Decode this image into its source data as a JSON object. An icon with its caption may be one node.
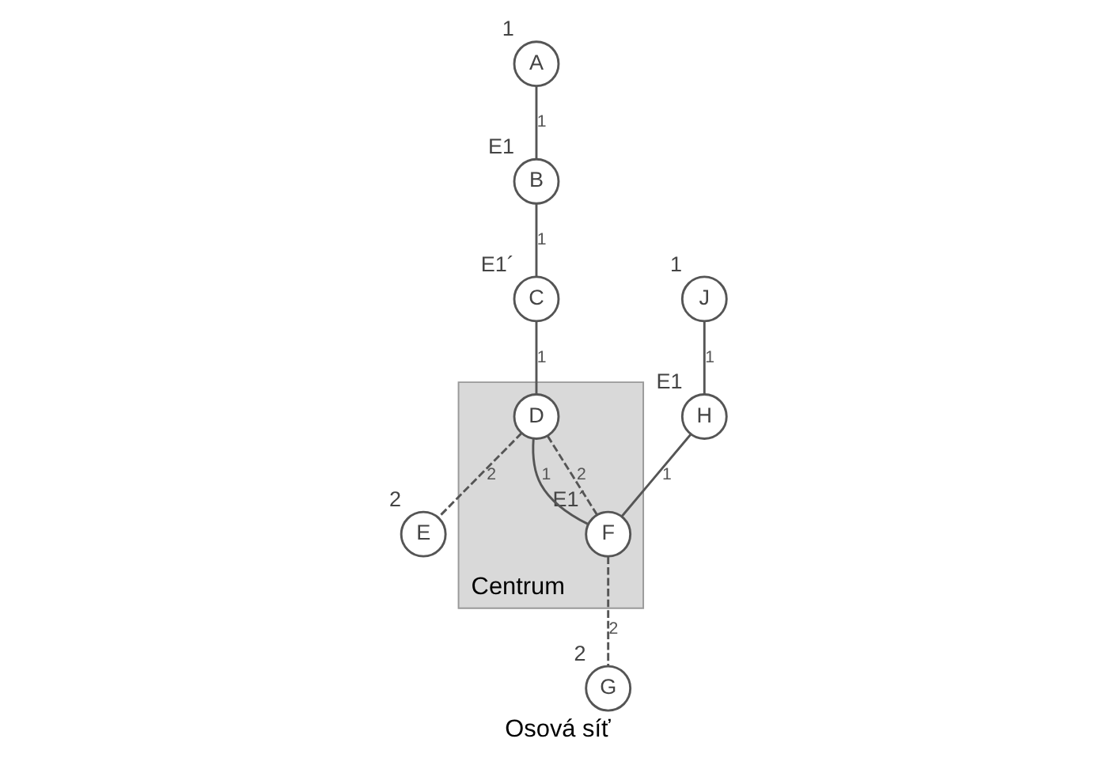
{
  "diagram": {
    "caption": "Osová síť",
    "nodes": [
      {
        "text": [
          "A"
        ],
        "beside": [
          "1"
        ]
      },
      {
        "text": [
          "J"
        ],
        "beside": [
          "1"
        ]
      },
      {
        "text": [
          "H"
        ],
        "beside": [
          "E1"
        ]
      },
      {
        "text": [
          "B"
        ],
        "beside": [
          "E1"
        ]
      },
      {
        "text": [
          "Centrum"
        ]
      },
      {
        "text": [
          "F"
        ],
        "beside": [
          "E1´"
        ],
        "in": 4
      },
      {
        "text": [
          "G"
        ],
        "beside": [
          "2"
        ]
      },
      {
        "text": [
          "D"
        ],
        "in": 4
      },
      {
        "text": [
          "C"
        ],
        "beside": [
          "E1´"
        ]
      },
      {
        "text": [
          "E"
        ],
        "beside": [
          "2"
        ]
      }
    ],
    "edges": [
      {
        "from": 0,
        "to": 3,
        "arrow": "none",
        "label": "1"
      },
      {
        "from": 1,
        "to": 2,
        "arrow": "none",
        "label": "1"
      },
      {
        "from": 2,
        "to": 5,
        "arrow": "none",
        "label": "1"
      },
      {
        "from": 3,
        "to": 8,
        "arrow": "none",
        "label": "1"
      },
      {
        "from": 5,
        "to": 6,
        "arrow": "none",
        "label": "2",
        "style": "dashed"
      },
      {
        "from": 7,
        "to": 5,
        "arrow": "none",
        "label": "1"
      },
      {
        "from": 7,
        "to": 5,
        "arrow": "none",
        "label": "2",
        "style": "dashed"
      },
      {
        "from": 8,
        "to": 7,
        "arrow": "none",
        "label": "1"
      },
      {
        "from": 7,
        "to": 9,
        "arrow": "none",
        "label": "2",
        "style": "dashed"
      }
    ]
  }
}
